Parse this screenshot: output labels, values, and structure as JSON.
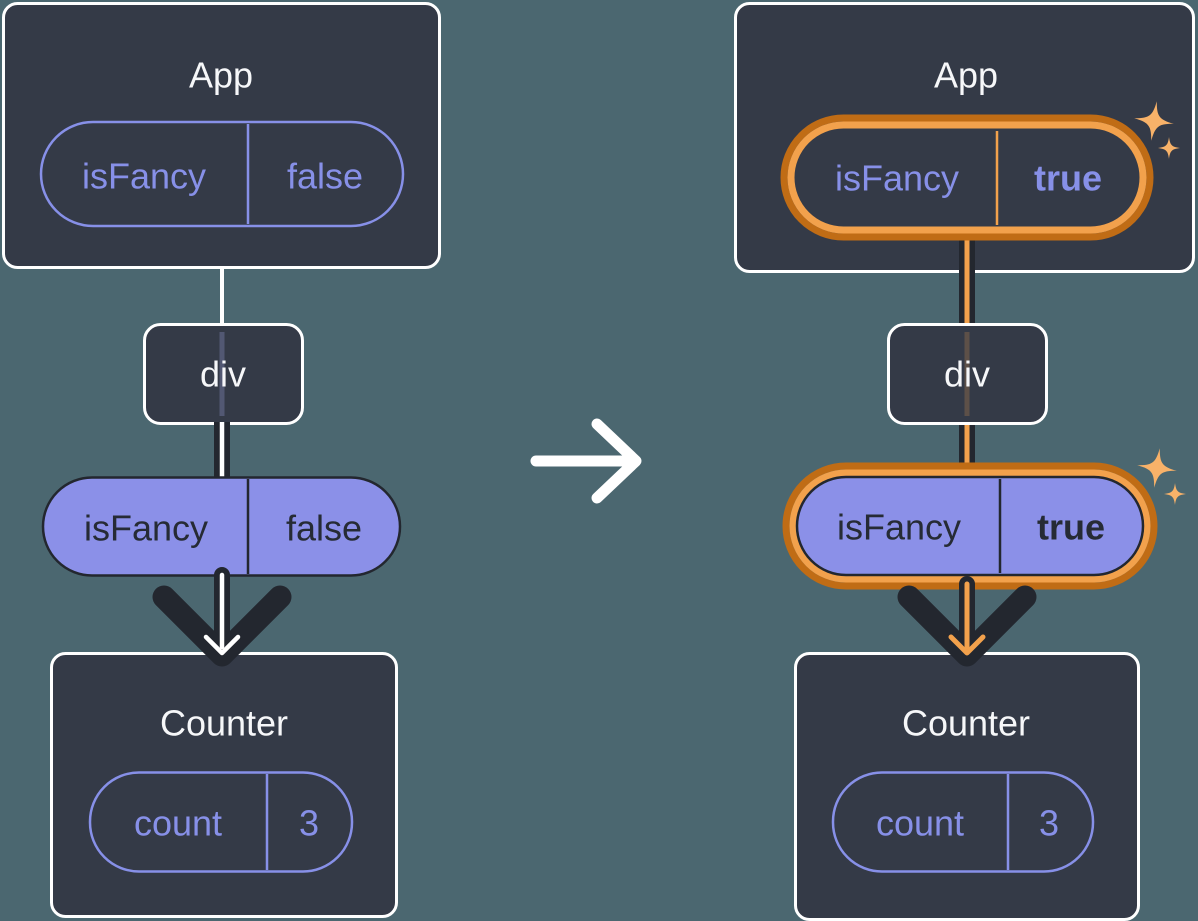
{
  "before": {
    "app": {
      "title": "App",
      "prop_name": "isFancy",
      "prop_value": "false"
    },
    "div_label": "div",
    "passed_prop": {
      "name": "isFancy",
      "value": "false"
    },
    "counter": {
      "title": "Counter",
      "state_name": "count",
      "state_value": "3"
    }
  },
  "after": {
    "app": {
      "title": "App",
      "prop_name": "isFancy",
      "prop_value": "true"
    },
    "div_label": "div",
    "passed_prop": {
      "name": "isFancy",
      "value": "true"
    },
    "counter": {
      "title": "Counter",
      "state_name": "count",
      "state_value": "3"
    }
  },
  "colors": {
    "background": "#4B6770",
    "card_fill": "#343A47",
    "card_border": "#FFFFFF",
    "title_text": "#F6F7F9",
    "purple": "#8790E8",
    "purple_pill_fill": "#8B90E8",
    "ink": "#23272F",
    "highlight_orange_dark": "#C06C15",
    "highlight_orange_light": "#F2A14C",
    "sparkle": "#F8B269",
    "connector_white": "#FFFFFF"
  }
}
